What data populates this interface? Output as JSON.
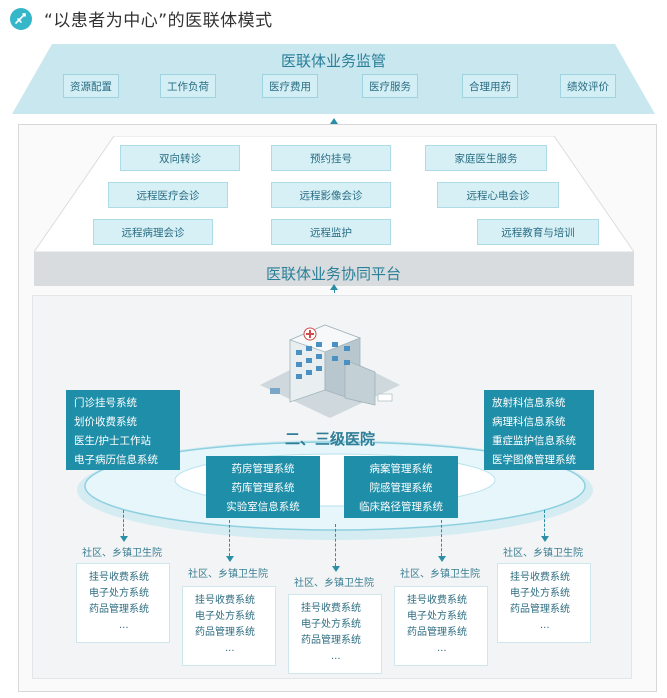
{
  "header": {
    "title": "“以患者为中心”的医联体模式"
  },
  "supervision": {
    "title": "医联体业务监管",
    "items": [
      "资源配置",
      "工作负荷",
      "医疗费用",
      "医疗服务",
      "合理用药",
      "绩效评价"
    ]
  },
  "platform": {
    "title": "医联体业务协同平台",
    "services": [
      [
        "双向转诊",
        "预约挂号",
        "家庭医生服务"
      ],
      [
        "远程医疗会诊",
        "远程影像会诊",
        "远程心电会诊"
      ],
      [
        "远程病理会诊",
        "远程监护",
        "远程教育与培训"
      ]
    ]
  },
  "hospital": {
    "name": "二、三级医院",
    "left_systems": [
      "门诊挂号系统",
      "划价收费系统",
      "医生/护士工作站",
      "电子病历信息系统"
    ],
    "right_systems": [
      "放射科信息系统",
      "病理科信息系统",
      "重症监护信息系统",
      "医学图像管理系统"
    ],
    "center_left_systems": [
      "药房管理系统",
      "药库管理系统",
      "实验室信息系统"
    ],
    "center_right_systems": [
      "病案管理系统",
      "院感管理系统",
      "临床路径管理系统"
    ]
  },
  "community": {
    "label": "社区、乡镇卫生院",
    "systems": [
      "挂号收费系统",
      "电子处方系统",
      "药品管理系统",
      "..."
    ]
  },
  "colors": {
    "primary": "#1f8ea8",
    "light": "#d6f0f6",
    "band": "#c9e7ee"
  }
}
